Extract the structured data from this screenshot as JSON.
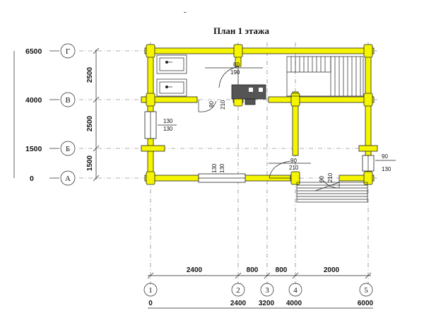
{
  "title": "План  1 этажа",
  "top_mark": "-",
  "levels": [
    {
      "value": "6500",
      "axis": "Г"
    },
    {
      "value": "4000",
      "axis": "В"
    },
    {
      "value": "1500",
      "axis": "Б"
    },
    {
      "value": "0",
      "axis": "А"
    }
  ],
  "vertical_spans": [
    "2500",
    "2500",
    "1500"
  ],
  "axes": [
    "1",
    "2",
    "3",
    "4",
    "5"
  ],
  "horizontal_spans": [
    "2400",
    "800",
    "800",
    "2000"
  ],
  "coordinates": [
    "0",
    "2400",
    "3200",
    "4000",
    "6000"
  ],
  "openings": {
    "door_top": {
      "w": "80",
      "h": "190"
    },
    "door_mid": {
      "w": "80",
      "h": "210"
    },
    "window_left": {
      "w": "130",
      "h": "130"
    },
    "window_bottom": {
      "w": "130",
      "h": "130"
    },
    "door_bottom_a": {
      "w": "90",
      "h": "210"
    },
    "door_bottom_b": {
      "w": "90",
      "h": "210"
    },
    "window_right": {
      "w": "90",
      "h": "130"
    }
  },
  "colors": {
    "walls": "#f5f500",
    "lines": "#222222",
    "stove": "#555555"
  }
}
